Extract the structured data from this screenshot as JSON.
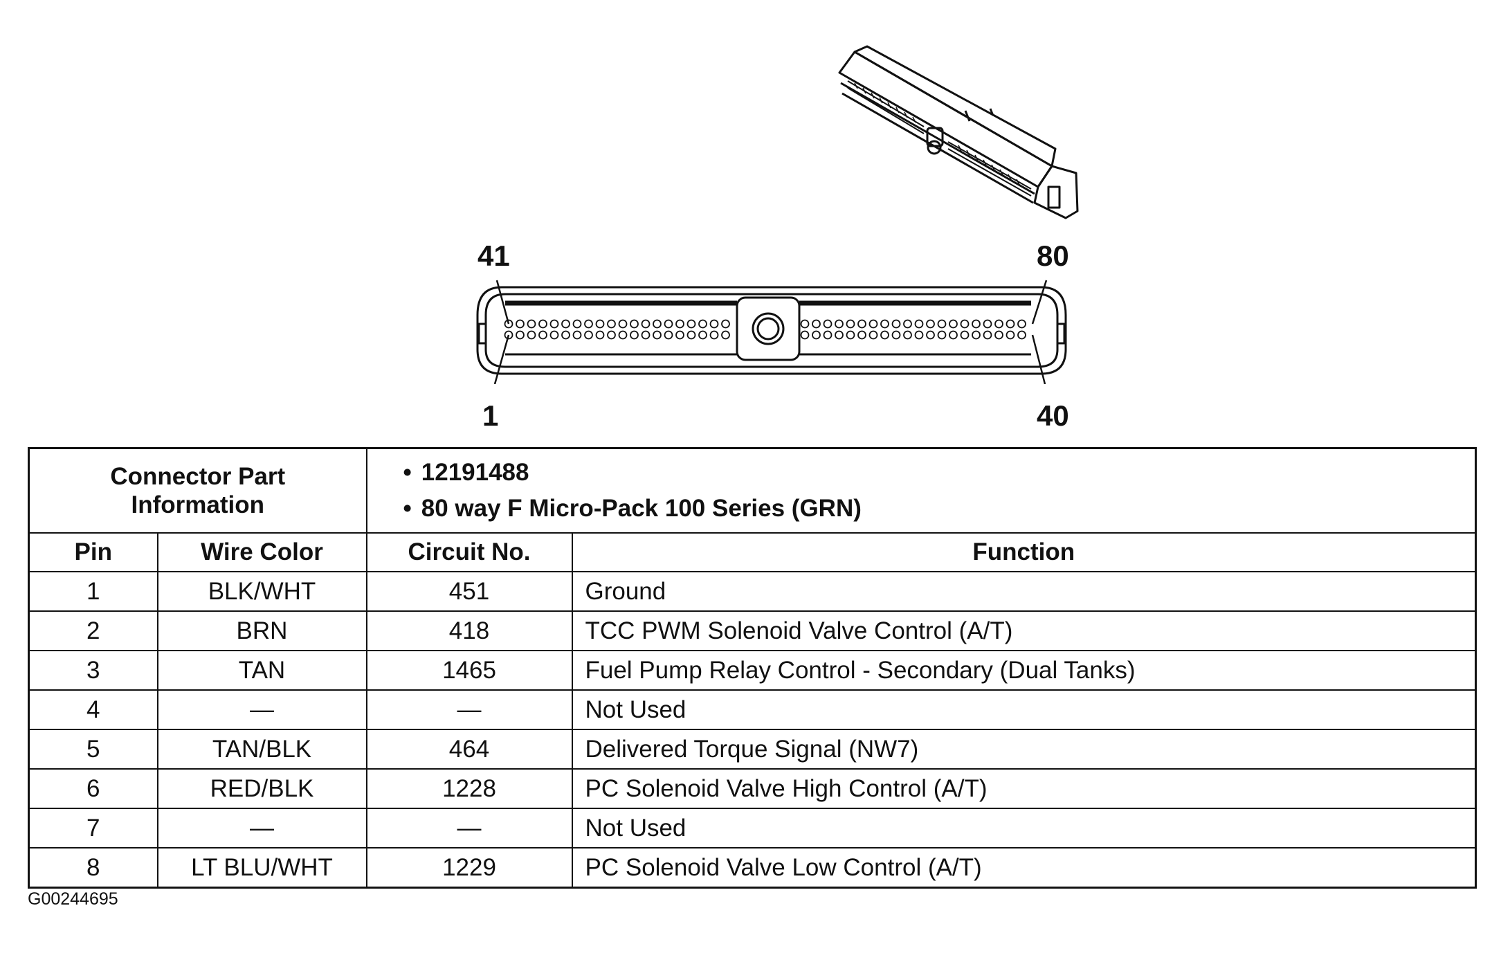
{
  "diagram": {
    "pin_labels": {
      "top_left": "41",
      "top_right": "80",
      "bottom_left": "1",
      "bottom_right": "40"
    }
  },
  "info": {
    "label": "Connector Part Information",
    "items": [
      "12191488",
      "80 way F Micro-Pack 100 Series (GRN)"
    ]
  },
  "table": {
    "headers": {
      "pin": "Pin",
      "wire_color": "Wire Color",
      "circuit": "Circuit No.",
      "function": "Function"
    },
    "rows": [
      {
        "pin": "1",
        "wire_color": "BLK/WHT",
        "circuit": "451",
        "function": "Ground"
      },
      {
        "pin": "2",
        "wire_color": "BRN",
        "circuit": "418",
        "function": "TCC PWM Solenoid Valve Control (A/T)"
      },
      {
        "pin": "3",
        "wire_color": "TAN",
        "circuit": "1465",
        "function": "Fuel Pump Relay Control - Secondary (Dual Tanks)"
      },
      {
        "pin": "4",
        "wire_color": "—",
        "circuit": "—",
        "function": "Not Used"
      },
      {
        "pin": "5",
        "wire_color": "TAN/BLK",
        "circuit": "464",
        "function": "Delivered Torque Signal (NW7)"
      },
      {
        "pin": "6",
        "wire_color": "RED/BLK",
        "circuit": "1228",
        "function": "PC Solenoid Valve High Control (A/T)"
      },
      {
        "pin": "7",
        "wire_color": "—",
        "circuit": "—",
        "function": "Not Used"
      },
      {
        "pin": "8",
        "wire_color": "LT BLU/WHT",
        "circuit": "1229",
        "function": "PC Solenoid Valve Low Control (A/T)"
      }
    ]
  },
  "figure_id": "G00244695"
}
